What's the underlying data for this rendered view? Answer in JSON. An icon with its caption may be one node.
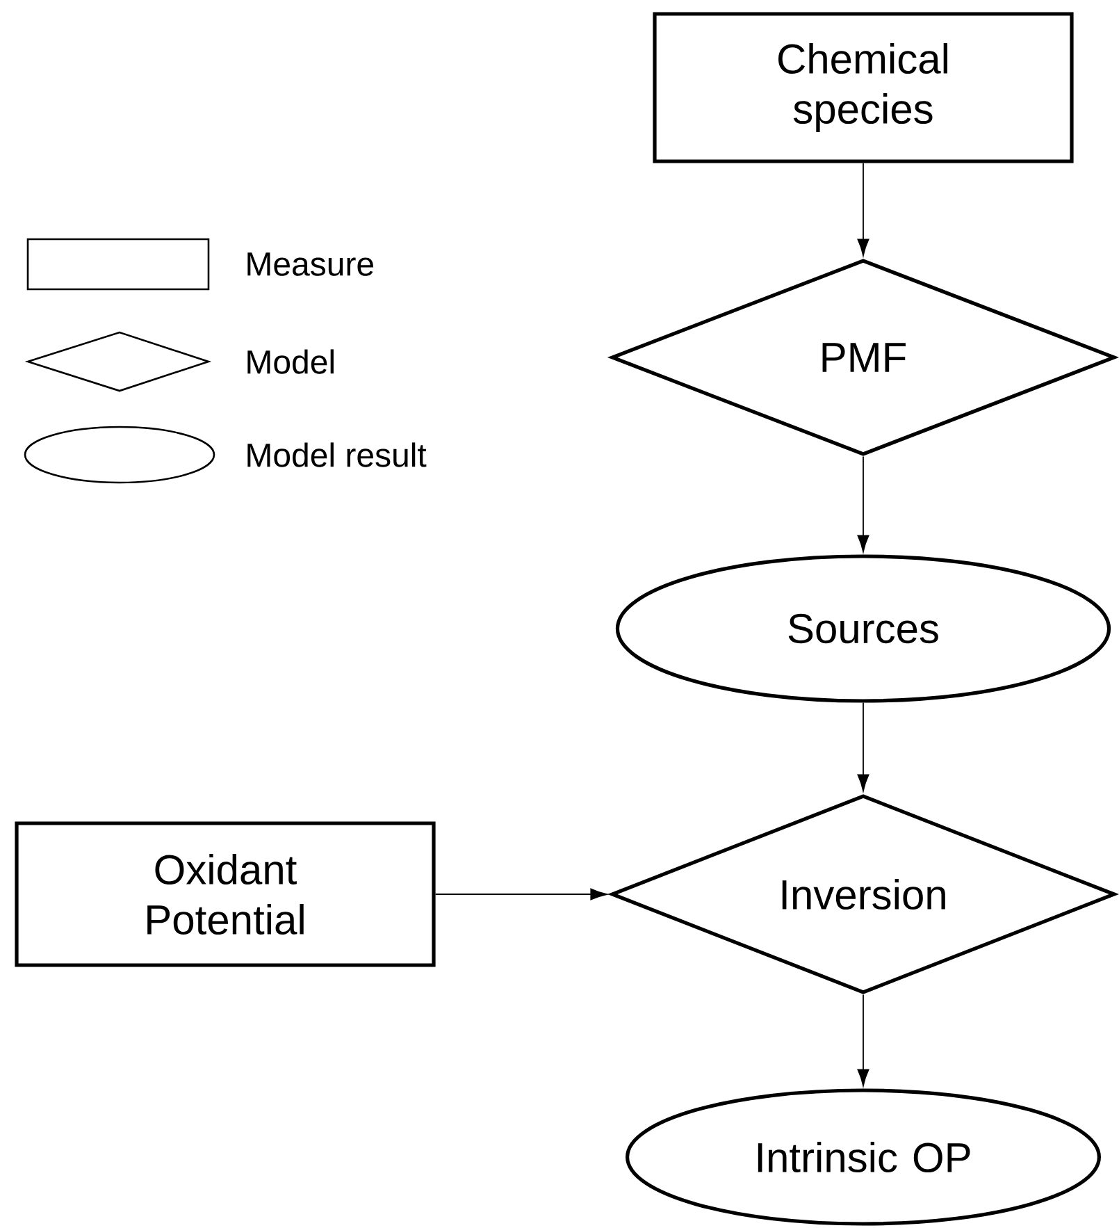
{
  "diagram": {
    "nodes": [
      {
        "text": [
          "Chemical species"
        ]
      },
      {
        "text": [
          "PMF"
        ]
      },
      {
        "text": [
          "Sources"
        ]
      },
      {
        "text": [
          "Oxidant Potential"
        ]
      },
      {
        "text": [
          "Inversion"
        ]
      },
      {
        "text": [
          "Intrinsic OP"
        ]
      }
    ],
    "edges": [
      {
        "from": 0,
        "to": 1,
        "arrow": "to"
      },
      {
        "from": 1,
        "to": 2,
        "arrow": "to"
      },
      {
        "from": 2,
        "to": 4,
        "arrow": "to"
      },
      {
        "from": 3,
        "to": 4,
        "arrow": "to"
      },
      {
        "from": 4,
        "to": 5,
        "arrow": "to"
      }
    ],
    "legend": [
      {
        "text": "Measure"
      },
      {
        "text": "Model"
      },
      {
        "text": "Model result"
      }
    ]
  }
}
